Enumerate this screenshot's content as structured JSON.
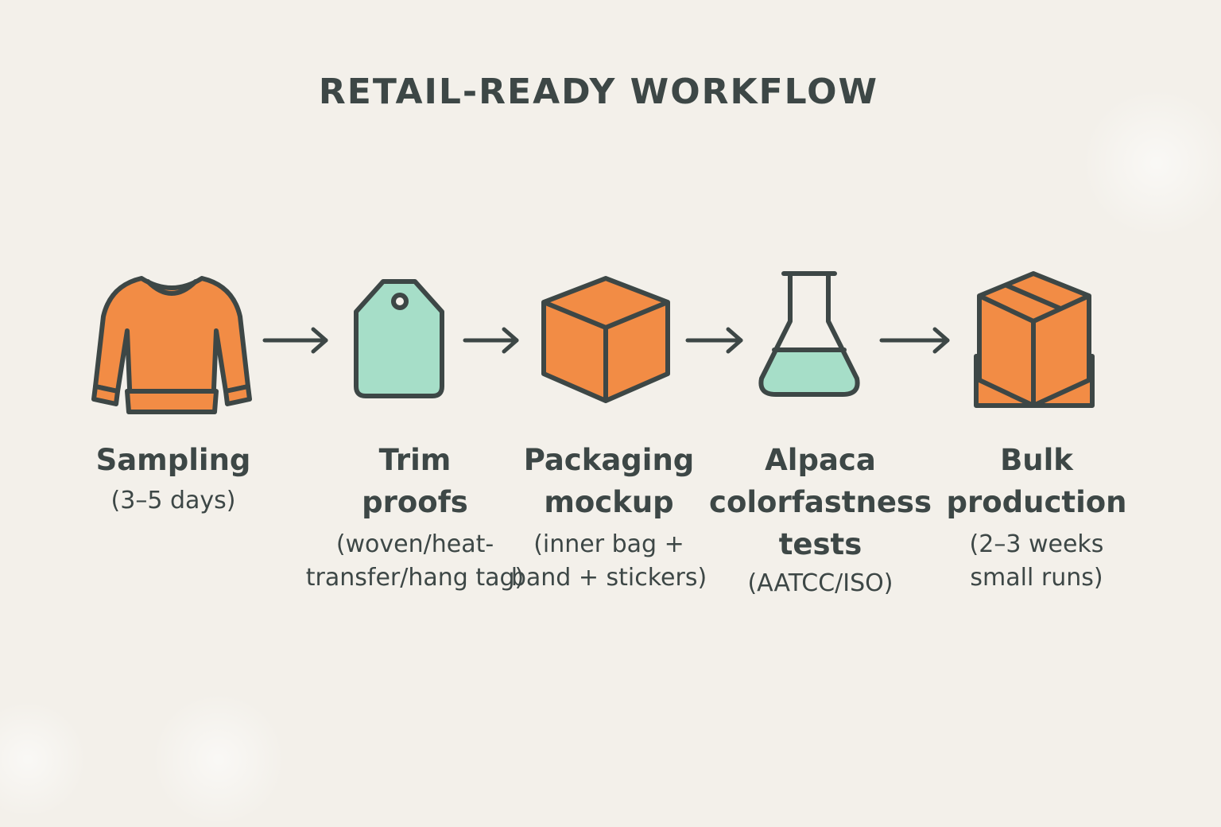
{
  "title": "RETAIL-READY WORKFLOW",
  "colors": {
    "background": "#f3f0ea",
    "ink": "#3d4746",
    "orange": "#f28c45",
    "mint": "#a6dec8"
  },
  "steps": [
    {
      "icon": "sweater-icon",
      "name_lines": [
        "Sampling"
      ],
      "detail_lines": [
        "(3–5 days)"
      ]
    },
    {
      "icon": "hang-tag-icon",
      "name_lines": [
        "Trim",
        "proofs"
      ],
      "detail_lines": [
        "(woven/heat-",
        "transfer/hang tag)"
      ]
    },
    {
      "icon": "box-icon",
      "name_lines": [
        "Packaging",
        "mockup"
      ],
      "detail_lines": [
        "(inner bag +",
        "band + stickers)"
      ]
    },
    {
      "icon": "flask-icon",
      "name_lines": [
        "Alpaca",
        "colorfastness",
        "tests"
      ],
      "detail_lines": [
        "(AATCC/ISO)"
      ]
    },
    {
      "icon": "pallet-box-icon",
      "name_lines": [
        "Bulk",
        "production"
      ],
      "detail_lines": [
        "(2–3 weeks",
        "small runs)"
      ]
    }
  ]
}
